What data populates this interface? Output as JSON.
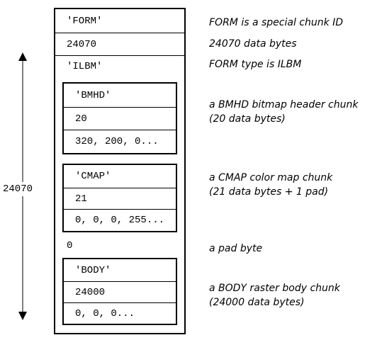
{
  "form": {
    "id": "'FORM'",
    "size": "24070",
    "type": "'ILBM'",
    "pad": "0"
  },
  "chunks": {
    "bmhd": {
      "id": "'BMHD'",
      "size": "20",
      "data": "320, 200, 0..."
    },
    "cmap": {
      "id": "'CMAP'",
      "size": "21",
      "data": "0, 0, 0, 255..."
    },
    "body": {
      "id": "'BODY'",
      "size": "24000",
      "data": "0,  0,  0..."
    }
  },
  "size_arrow_label": "24070",
  "annotations": {
    "form_id": "FORM is a special chunk ID",
    "form_size": "24070 data bytes",
    "form_type": "FORM type is ILBM",
    "bmhd_line1": "a BMHD bitmap header chunk",
    "bmhd_line2": "(20 data bytes)",
    "cmap_line1": "a CMAP color map chunk",
    "cmap_line2": "(21 data bytes + 1 pad)",
    "pad": "a pad byte",
    "body_line1": "a BODY raster body chunk",
    "body_line2": "(24000 data bytes)"
  }
}
